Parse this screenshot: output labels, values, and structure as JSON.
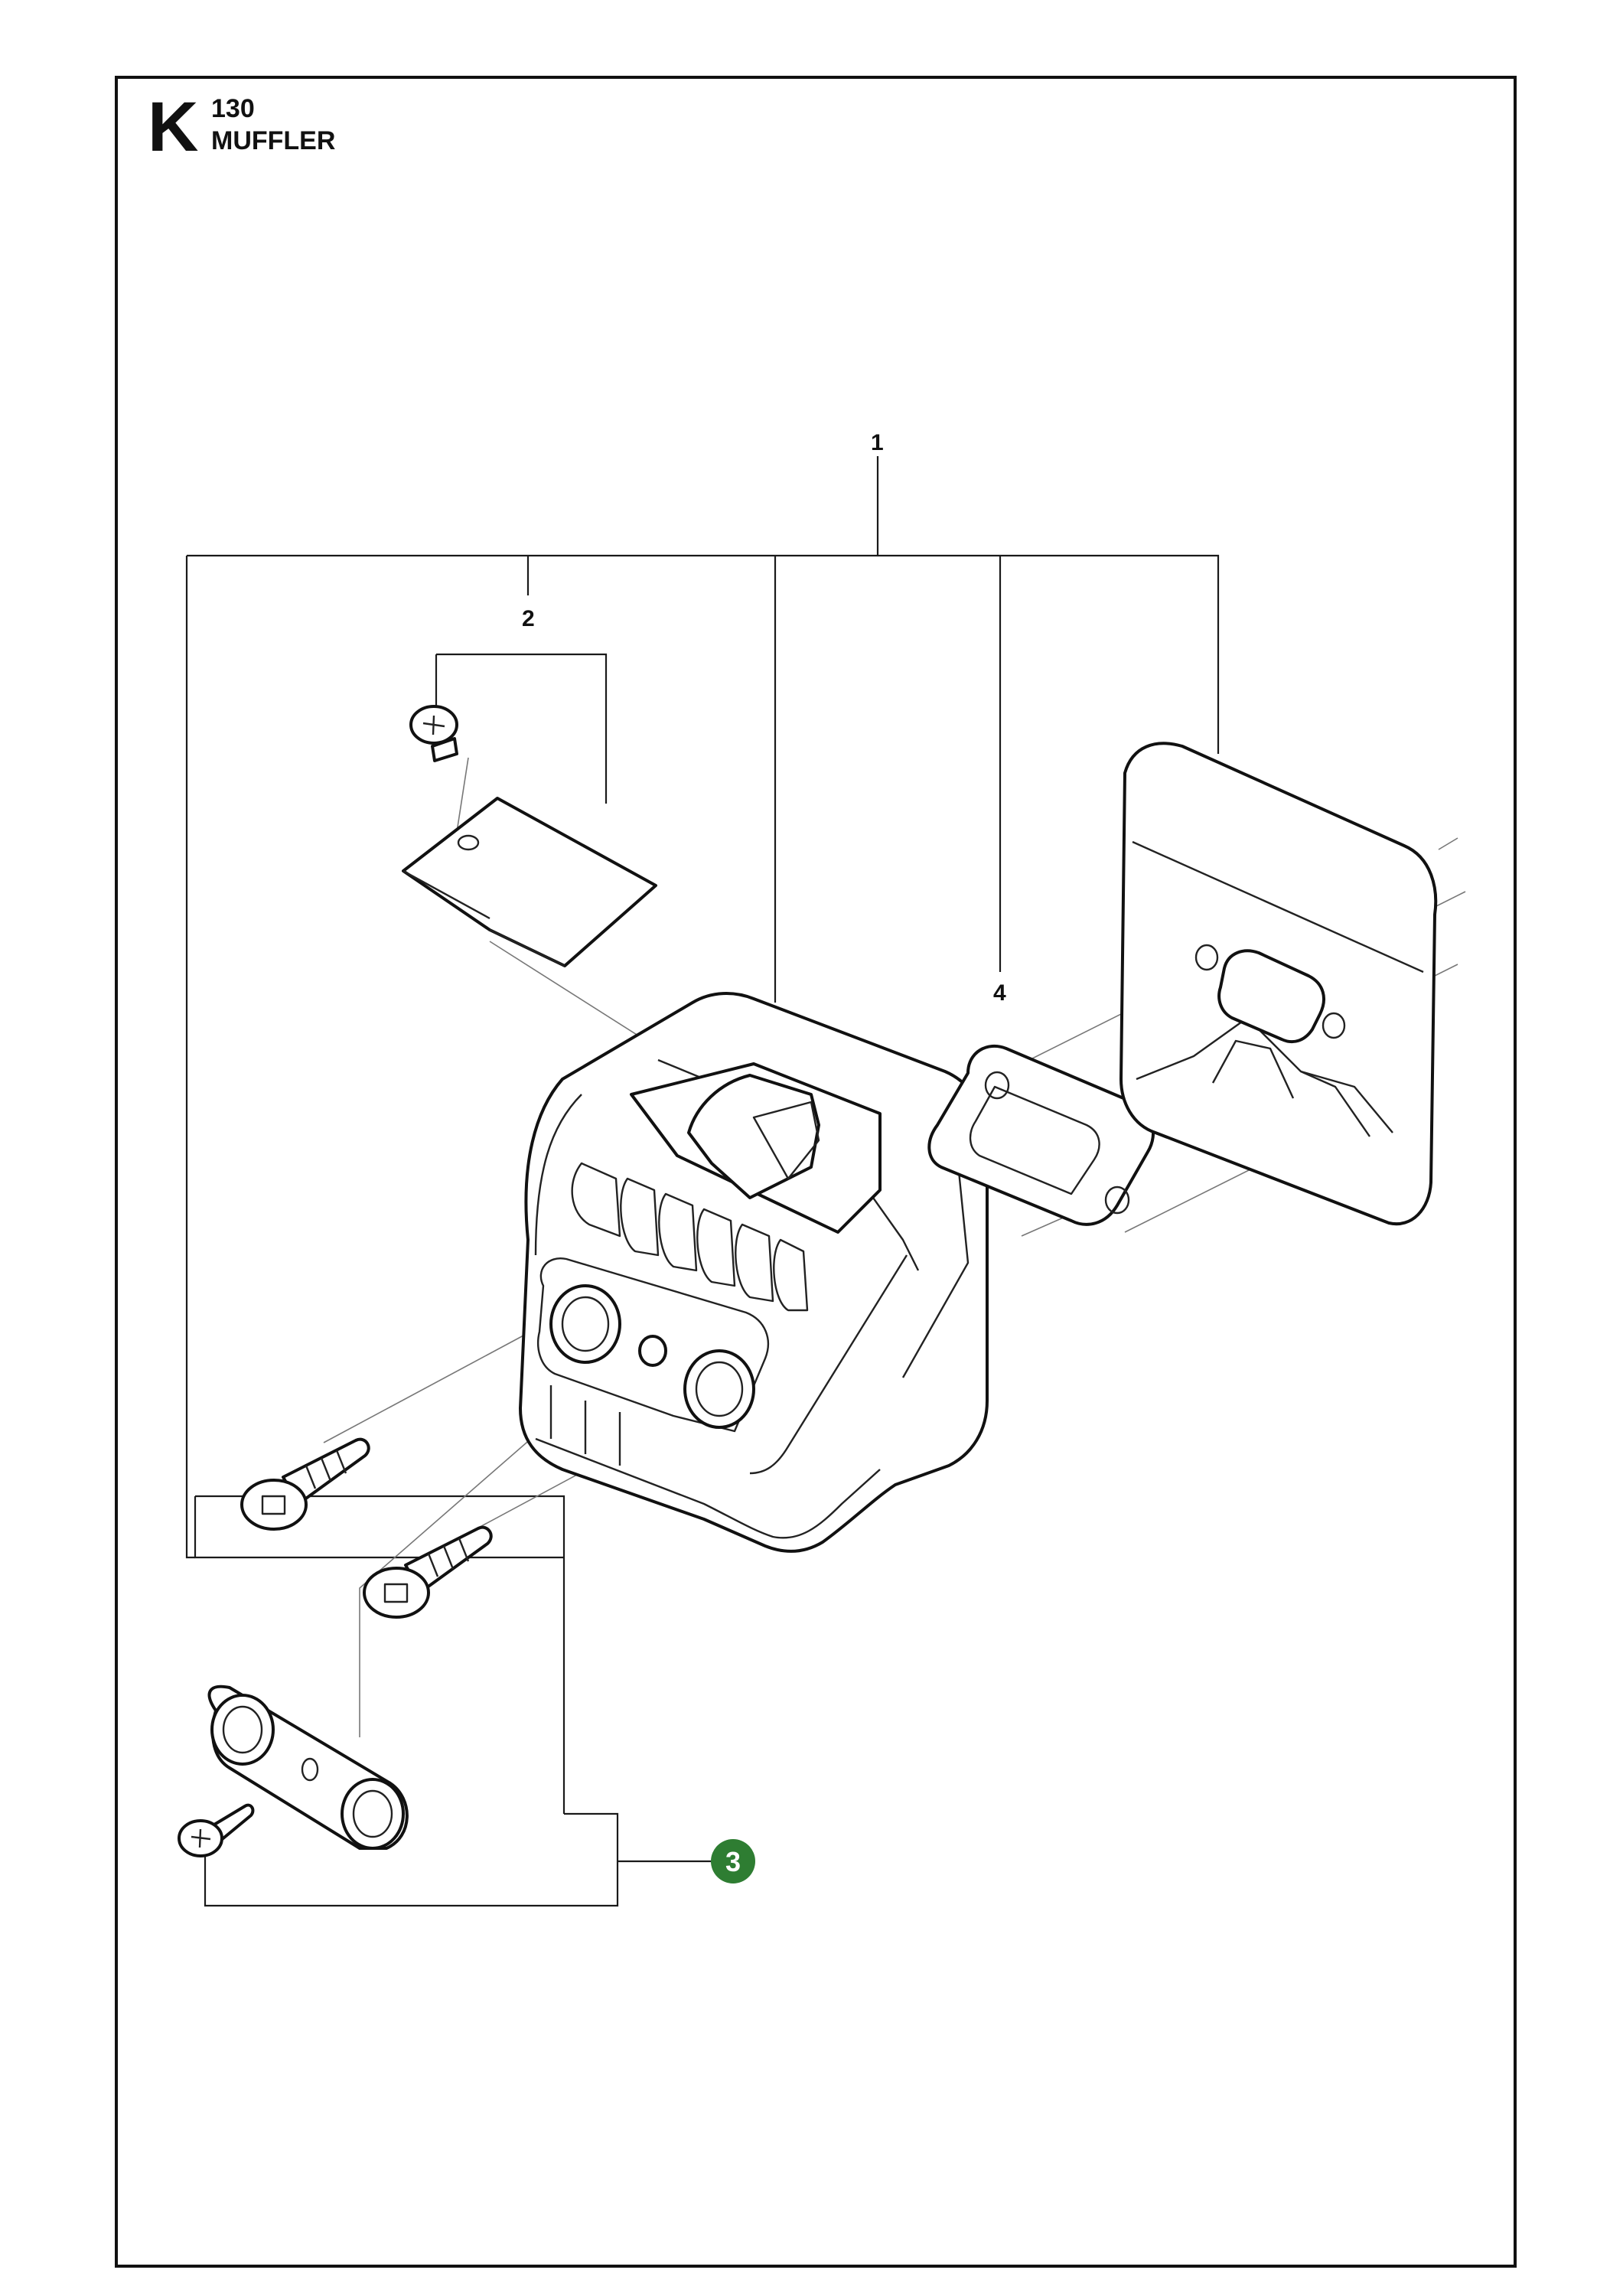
{
  "header": {
    "section_letter": "K",
    "section_number": "130",
    "section_title": "MUFFLER"
  },
  "callouts": {
    "item_1": "1",
    "item_2": "2",
    "item_3": "3",
    "item_4": "4"
  },
  "colors": {
    "badge": "#2e7d32",
    "ink": "#111111",
    "background": "#ffffff"
  }
}
